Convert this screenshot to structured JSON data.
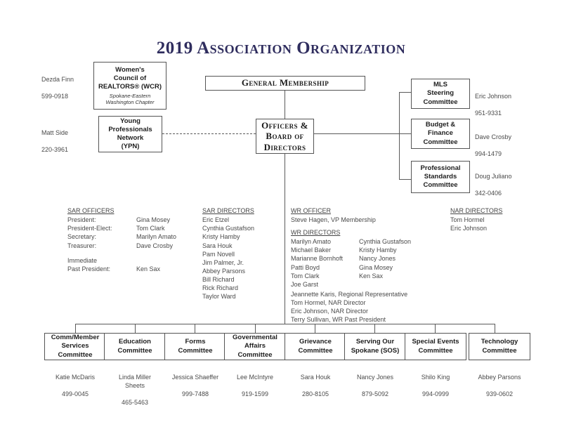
{
  "title": "2019 Association Organization",
  "top_boxes": {
    "wcr": {
      "lines": "Women's\nCouncil of\nREALTORS® (WCR)",
      "sub": "Spokane-Eastern\nWashington Chapter",
      "contact_name": "Dezda Finn",
      "contact_phone": "599-0918"
    },
    "ypn": {
      "lines": "Young\nProfessionals\nNetwork\n(YPN)",
      "contact_name": "Matt Side",
      "contact_phone": "220-3961"
    },
    "general_membership": {
      "label": "General Membership"
    },
    "officers_board": {
      "label": "Officers &\nBoard of\nDirectors"
    }
  },
  "right_committees": [
    {
      "name": "MLS\nSteering\nCommittee",
      "contact_name": "Eric Johnson",
      "contact_phone": "951-9331"
    },
    {
      "name": "Budget &\nFinance\nCommittee",
      "contact_name": "Dave Crosby",
      "contact_phone": "994-1479"
    },
    {
      "name": "Professional\nStandards\nCommittee",
      "contact_name": "Doug Juliano",
      "contact_phone": "342-0406"
    }
  ],
  "sar_officers": {
    "heading": "SAR OFFICERS",
    "rows": [
      {
        "role": "President:",
        "person": "Gina Mosey"
      },
      {
        "role": "President-Elect:",
        "person": "Tom Clark"
      },
      {
        "role": "Secretary:",
        "person": "Marilyn Amato"
      },
      {
        "role": "Treasurer:",
        "person": "Dave Crosby"
      }
    ],
    "past_president_line1": "Immediate",
    "past_president_role": "Past President:",
    "past_president_person": "Ken Sax"
  },
  "sar_directors": {
    "heading": "SAR DIRECTORS",
    "names": [
      "Eric Etzel",
      "Cynthia Gustafson",
      "Kristy Hamby",
      "Sara Houk",
      "Pam Novell",
      "Jim Palmer, Jr.",
      "Abbey Parsons",
      "Bill Richard",
      "Rick Richard",
      "Taylor Ward"
    ]
  },
  "wr_officer": {
    "heading": "WR OFFICER",
    "person": "Steve Hagen, VP Membership"
  },
  "wr_directors": {
    "heading": "WR DIRECTORS",
    "col1": [
      "Marilyn Amato",
      "Michael Baker",
      "Marianne Bornhoft",
      "Patti Boyd",
      "Tom Clark",
      "Joe Garst"
    ],
    "col2": [
      "Cynthia Gustafson",
      "Kristy Hamby",
      "Nancy Jones",
      "Gina Mosey",
      "Ken Sax"
    ]
  },
  "representatives": [
    "Jeannette Karis, Regional Representative",
    "Tom Hormel, NAR Director",
    "Eric Johnson, NAR Director",
    "Terry Sullivan, WR Past President"
  ],
  "nar_directors": {
    "heading": "NAR DIRECTORS",
    "names": [
      "Tom Hormel",
      "Eric Johnson"
    ]
  },
  "bottom_committees": [
    {
      "name": "Comm/Member\nServices\nCommittee",
      "contact_name": "Katie McDaris",
      "contact_phone": "499-0045"
    },
    {
      "name": "Education\nCommittee",
      "contact_name": "Linda Miller\nSheets",
      "contact_phone": "465-5463"
    },
    {
      "name": "Forms\nCommittee",
      "contact_name": "Jessica Shaeffer",
      "contact_phone": "999-7488"
    },
    {
      "name": "Governmental\nAffairs\nCommittee",
      "contact_name": "Lee McIntyre",
      "contact_phone": "919-1599"
    },
    {
      "name": "Grievance\nCommittee",
      "contact_name": "Sara Houk",
      "contact_phone": "280-8105"
    },
    {
      "name": "Serving Our\nSpokane (SOS)",
      "contact_name": "Nancy Jones",
      "contact_phone": "879-5092"
    },
    {
      "name": "Special Events\nCommittee",
      "contact_name": "Shilo King",
      "contact_phone": "994-0999"
    },
    {
      "name": "Technology\nCommittee",
      "contact_name": "Abbey Parsons",
      "contact_phone": "939-0602"
    }
  ],
  "colors": {
    "title": "#2f2d5e",
    "line": "#5a5a5a",
    "border": "#555555",
    "text": "#4a4a4a"
  }
}
